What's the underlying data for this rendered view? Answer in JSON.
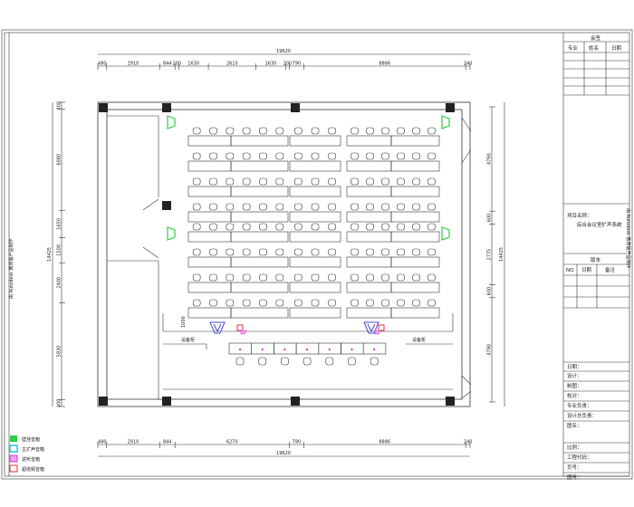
{
  "drawing": {
    "side_title_left": "由 Autodesk 教育版产品制作",
    "side_title_right": "由 Autodesk 教育版产品制作",
    "dimensions": {
      "top_total": "19620",
      "top": [
        "480",
        "2910",
        "844",
        "200",
        "1630",
        "2610",
        "1630",
        "200",
        "790",
        "8886",
        "240"
      ],
      "bottom": [
        "480",
        "2910",
        "844",
        "6270",
        "790",
        "8886",
        "240"
      ],
      "bottom_total": "19620",
      "left_total": "14425",
      "left": [
        "400",
        "6080",
        "1650",
        "1500",
        "2400",
        "5830",
        "400"
      ],
      "right_total": "14425",
      "right": [
        "4790",
        "600",
        "2775",
        "600",
        "4790"
      ],
      "stage_height": "1000"
    },
    "cabinet_labels": [
      "设备柜",
      "设备柜"
    ],
    "colors": {
      "green": "#2ecc40",
      "cyan": "#22c5d8",
      "magenta": "#d63ad6",
      "red": "#e0303a",
      "blue": "#4a4ad0"
    }
  },
  "legend": [
    {
      "label": "壁挂音箱",
      "icon": "green-speaker-icon"
    },
    {
      "label": "主扩声音箱",
      "icon": "cyan-speaker-icon"
    },
    {
      "label": "返听音箱",
      "icon": "magenta-speaker-icon"
    },
    {
      "label": "超低频音箱",
      "icon": "red-subwoofer-icon"
    }
  ],
  "title_block": {
    "countersign": {
      "title": "会签",
      "headers": [
        "专业",
        "姓名",
        "日期"
      ]
    },
    "project_label": "项目名称：",
    "project_name": "综合会议室扩声系统",
    "version": {
      "title": "版本",
      "headers": [
        "NO",
        "日期",
        "备注"
      ]
    },
    "fields": [
      "日期：",
      "设计：",
      "制图：",
      "校对：",
      "专业负责：",
      "设计总负责：",
      "图名：",
      "比例：",
      "工程代码：",
      "页号：",
      "图号："
    ]
  }
}
